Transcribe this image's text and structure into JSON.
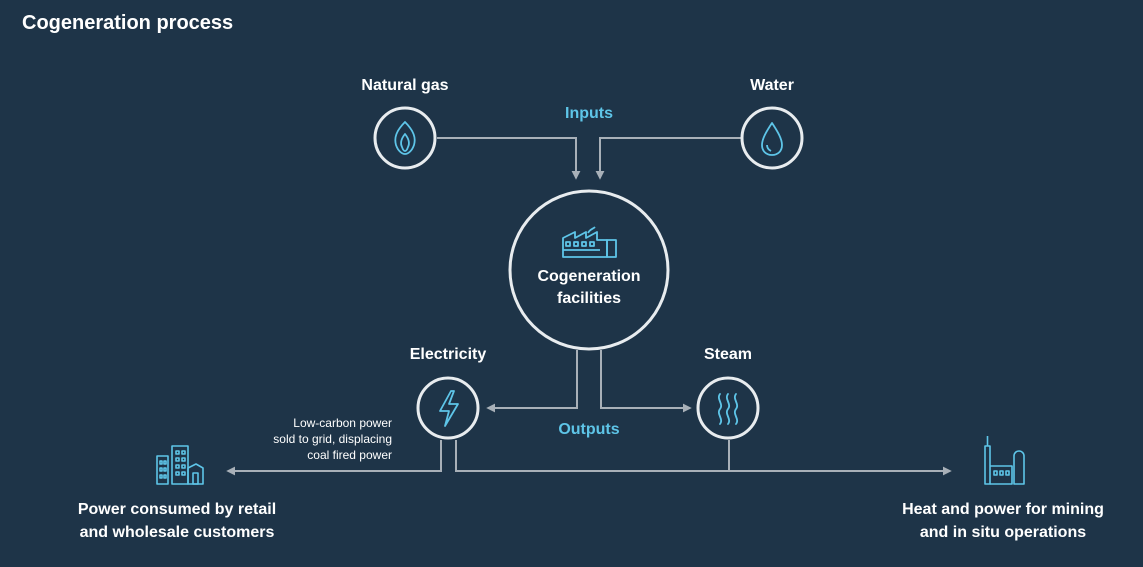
{
  "title": "Cogeneration process",
  "inputs_label": "Inputs",
  "outputs_label": "Outputs",
  "nodes": {
    "natural_gas": {
      "label": "Natural gas",
      "icon": "flame-icon"
    },
    "water": {
      "label": "Water",
      "icon": "water-drop-icon"
    },
    "cogeneration": {
      "label_line1": "Cogeneration",
      "label_line2": "facilities",
      "icon": "factory-icon"
    },
    "electricity": {
      "label": "Electricity",
      "icon": "lightning-bolt-icon"
    },
    "steam": {
      "label": "Steam",
      "icon": "steam-icon"
    }
  },
  "grid_note": {
    "line1": "Low-carbon power",
    "line2": "sold to grid, displacing",
    "line3": "coal fired power"
  },
  "destinations": {
    "retail": {
      "line1": "Power consumed by retail",
      "line2": "and wholesale customers",
      "icon": "city-buildings-icon"
    },
    "mining": {
      "line1": "Heat and power for mining",
      "line2": "and in situ operations",
      "icon": "industrial-plant-icon"
    }
  },
  "colors": {
    "background": "#1e3448",
    "text": "#ffffff",
    "accent": "#5ec5e8",
    "connector": "#a8b0b8",
    "circle_stroke": "#e8ecef"
  }
}
